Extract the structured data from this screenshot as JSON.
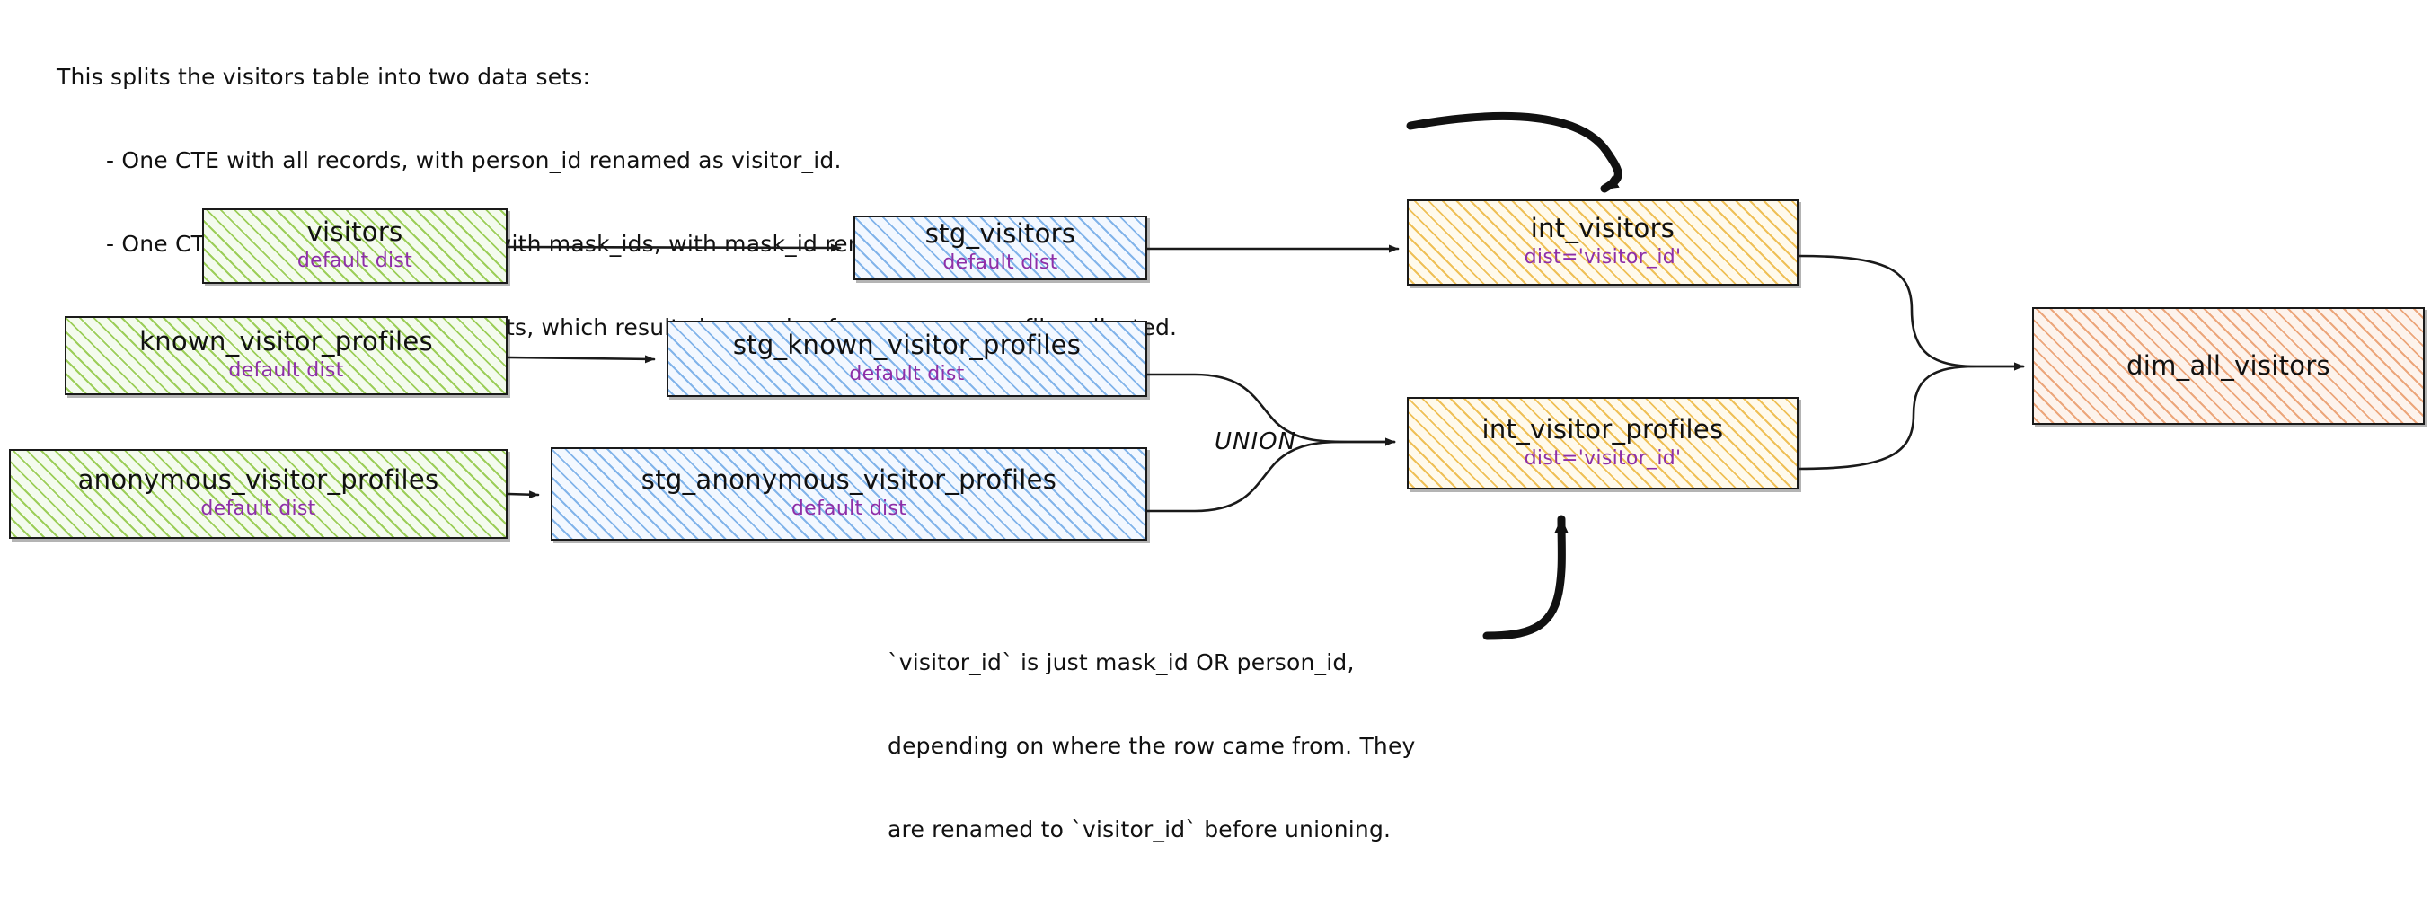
{
  "notes": {
    "header": [
      "This splits the visitors table into two data sets:",
      "- One CTE with all records, with person_id renamed as visitor_id.",
      "- One CTE filtered to only records with mask_ids, with mask_id renamed as visitor_id",
      "- One CTE to union the two data sets, which results in a grain of one row per profile collected."
    ],
    "footer": [
      "`visitor_id` is just mask_id OR person_id,",
      "depending on where the row came from. They",
      "are renamed to `visitor_id` before unioning."
    ],
    "union_label": "UNION"
  },
  "colors": {
    "source": "#8cc63f",
    "staging": "#6ea8e6",
    "intermediate": "#ebb232",
    "mart": "#e68c55",
    "subtitle": "#8e2fa8",
    "stroke": "#1a1a1a"
  },
  "nodes": {
    "visitors": {
      "title": "visitors",
      "subtitle": "default dist",
      "layer": "source"
    },
    "known_profiles": {
      "title": "known_visitor_profiles",
      "subtitle": "default dist",
      "layer": "source"
    },
    "anon_profiles": {
      "title": "anonymous_visitor_profiles",
      "subtitle": "default dist",
      "layer": "source"
    },
    "stg_visitors": {
      "title": "stg_visitors",
      "subtitle": "default dist",
      "layer": "staging"
    },
    "stg_known": {
      "title": "stg_known_visitor_profiles",
      "subtitle": "default dist",
      "layer": "staging"
    },
    "stg_anon": {
      "title": "stg_anonymous_visitor_profiles",
      "subtitle": "default dist",
      "layer": "staging"
    },
    "int_visitors": {
      "title": "int_visitors",
      "subtitle": "dist='visitor_id'",
      "layer": "intermediate"
    },
    "int_profiles": {
      "title": "int_visitor_profiles",
      "subtitle": "dist='visitor_id'",
      "layer": "intermediate"
    },
    "dim_all": {
      "title": "dim_all_visitors",
      "subtitle": "",
      "layer": "mart"
    }
  },
  "edges": [
    {
      "from": "visitors",
      "to": "stg_visitors"
    },
    {
      "from": "known_profiles",
      "to": "stg_known"
    },
    {
      "from": "anon_profiles",
      "to": "stg_anon"
    },
    {
      "from": "stg_visitors",
      "to": "int_visitors"
    },
    {
      "from": "stg_known",
      "to": "int_profiles",
      "label": "UNION"
    },
    {
      "from": "stg_anon",
      "to": "int_profiles",
      "label": "UNION"
    },
    {
      "from": "int_visitors",
      "to": "dim_all"
    },
    {
      "from": "int_profiles",
      "to": "dim_all"
    }
  ],
  "annotation_arrows": [
    {
      "from": "header-note",
      "to": "int_visitors"
    },
    {
      "from": "footer-note",
      "to": "int_profiles"
    }
  ]
}
